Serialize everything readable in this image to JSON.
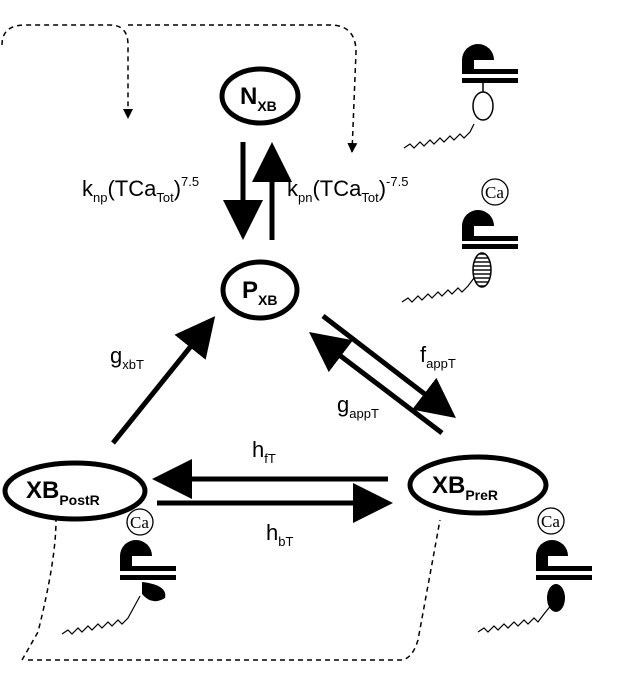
{
  "nodes": {
    "n_xb": {
      "main": "N",
      "sub": "XB"
    },
    "p_xb": {
      "main": "P",
      "sub": "XB"
    },
    "xb_postr": {
      "main": "XB",
      "sub": "PostR"
    },
    "xb_prer": {
      "main": "XB",
      "sub": "PreR"
    }
  },
  "rates": {
    "knp": {
      "k": "k",
      "k_sub": "np",
      "open": "(TCa",
      "tca_sub": "Tot",
      "close": ")",
      "exp": "7.5"
    },
    "kpn": {
      "k": "k",
      "k_sub": "pn",
      "open": "(TCa",
      "tca_sub": "Tot",
      "close": ")",
      "exp": "-7.5"
    },
    "gxbt": {
      "main": "g",
      "sub": "xbT"
    },
    "fappt": {
      "main": "f",
      "sub": "appT"
    },
    "gappt": {
      "main": "g",
      "sub": "appT"
    },
    "hft": {
      "main": "h",
      "sub": "fT"
    },
    "hbt": {
      "main": "h",
      "sub": "bT"
    }
  },
  "calcium_label": "Ca",
  "colors": {
    "ink": "#000000",
    "background": "#ffffff"
  }
}
